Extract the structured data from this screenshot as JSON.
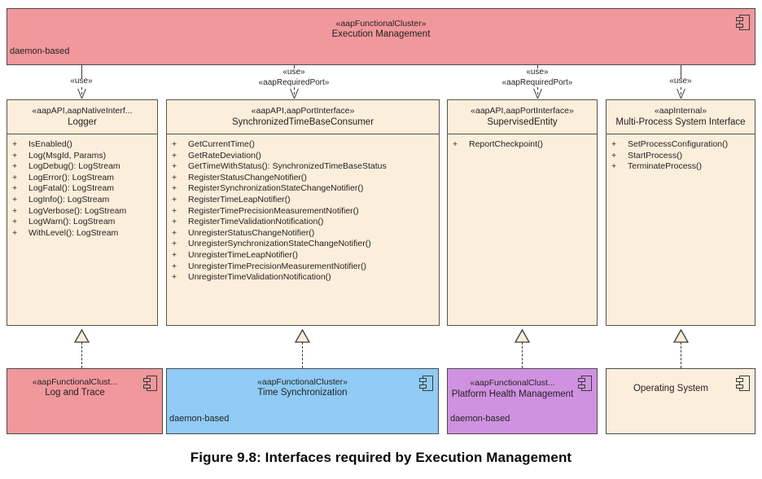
{
  "figure": {
    "caption": "Figure 9.8: Interfaces required by Execution Management"
  },
  "top_component": {
    "stereotype": "«aapFunctionalCluster»",
    "name": "Execution Management",
    "note": "daemon-based",
    "color": "#f0989c",
    "icon": "uml-component-icon"
  },
  "connectors": [
    {
      "labels": [
        "«use»"
      ],
      "arrow": "open-arrow-down"
    },
    {
      "labels": [
        "«use»",
        "«aapRequiredPort»"
      ],
      "arrow": "open-arrow-down"
    },
    {
      "labels": [
        "«use»",
        "«aapRequiredPort»"
      ],
      "arrow": "open-arrow-down"
    },
    {
      "labels": [
        "«use»"
      ],
      "arrow": "open-arrow-down"
    }
  ],
  "interfaces": [
    {
      "stereotype": "«aapAPI,aapNativeInterf...",
      "name": "Logger",
      "operations": [
        {
          "visibility": "+",
          "signature": "IsEnabled()"
        },
        {
          "visibility": "+",
          "signature": "Log(MsgId, Params)"
        },
        {
          "visibility": "+",
          "signature": "LogDebug(): LogStream"
        },
        {
          "visibility": "+",
          "signature": "LogError(): LogStream"
        },
        {
          "visibility": "+",
          "signature": "LogFatal(): LogStream"
        },
        {
          "visibility": "+",
          "signature": "LogInfo(): LogStream"
        },
        {
          "visibility": "+",
          "signature": "LogVerbose(): LogStream"
        },
        {
          "visibility": "+",
          "signature": "LogWarn(): LogStream"
        },
        {
          "visibility": "+",
          "signature": "WithLevel(): LogStream"
        }
      ]
    },
    {
      "stereotype": "«aapAPI,aapPortInterface»",
      "name": "SynchronizedTimeBaseConsumer",
      "operations": [
        {
          "visibility": "+",
          "signature": "GetCurrentTime()"
        },
        {
          "visibility": "+",
          "signature": "GetRateDeviation()"
        },
        {
          "visibility": "+",
          "signature": "GetTimeWithStatus(): SynchronizedTimeBaseStatus"
        },
        {
          "visibility": "+",
          "signature": "RegisterStatusChangeNotifier()"
        },
        {
          "visibility": "+",
          "signature": "RegisterSynchronizationStateChangeNotifier()"
        },
        {
          "visibility": "+",
          "signature": "RegisterTimeLeapNotifier()"
        },
        {
          "visibility": "+",
          "signature": "RegisterTimePrecisionMeasurementNotifier()"
        },
        {
          "visibility": "+",
          "signature": "RegisterTimeValidationNotification()"
        },
        {
          "visibility": "+",
          "signature": "UnregisterStatusChangeNotifier()"
        },
        {
          "visibility": "+",
          "signature": "UnregisterSynchronizationStateChangeNotifier()"
        },
        {
          "visibility": "+",
          "signature": "UnregisterTimeLeapNotifier()"
        },
        {
          "visibility": "+",
          "signature": "UnregisterTimePrecisionMeasurementNotifier()"
        },
        {
          "visibility": "+",
          "signature": "UnregisterTimeValidationNotification()"
        }
      ]
    },
    {
      "stereotype": "«aapAPI,aapPortInterface»",
      "name": "SupervisedEntity",
      "operations": [
        {
          "visibility": "+",
          "signature": "ReportCheckpoint()"
        }
      ]
    },
    {
      "stereotype": "«aapInternal»",
      "name": "Multi-Process System Interface",
      "operations": [
        {
          "visibility": "+",
          "signature": "SetProcessConfiguration()"
        },
        {
          "visibility": "+",
          "signature": "StartProcess()"
        },
        {
          "visibility": "+",
          "signature": "TerminateProcess()"
        }
      ]
    }
  ],
  "providers": [
    {
      "stereotype": "«aapFunctionalClust...",
      "name": "Log and Trace",
      "note": "",
      "color": "#f0989c",
      "icon": "uml-component-icon"
    },
    {
      "stereotype": "«aapFunctionalCluster»",
      "name": "Time Synchronization",
      "note": "daemon-based",
      "color": "#8fcbf5",
      "icon": "uml-component-icon"
    },
    {
      "stereotype": "«aapFunctionalClust...",
      "name": "Platform Health Management",
      "note": "daemon-based",
      "color": "#d092e0",
      "icon": "uml-component-icon"
    },
    {
      "stereotype": "",
      "name": "Operating System",
      "note": "",
      "color": "#fbeedb",
      "icon": "uml-component-icon"
    }
  ],
  "palette": {
    "interface_fill": "#fbeedb",
    "interface_border": "#5a5246",
    "component_border": "#4a4a4a",
    "line": "#3a3a3a",
    "text": "#231f20"
  }
}
